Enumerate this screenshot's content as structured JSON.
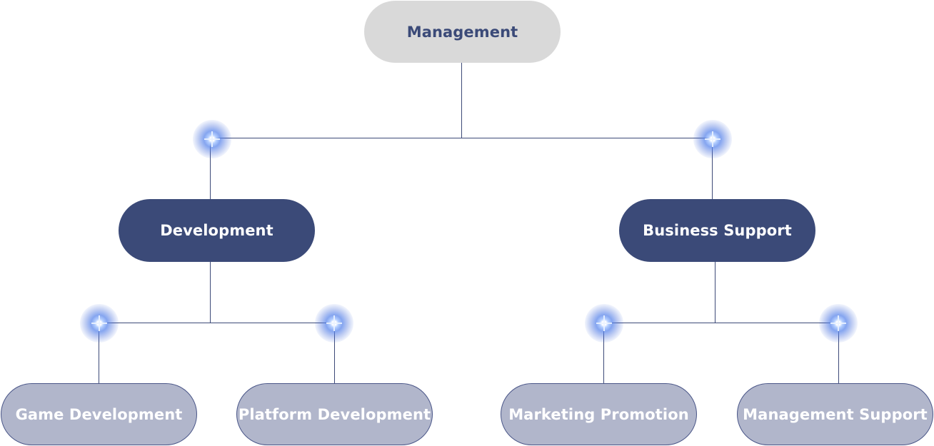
{
  "org_chart": {
    "root": {
      "label": "Management"
    },
    "branches": [
      {
        "label": "Development",
        "children": [
          {
            "label": "Game Development"
          },
          {
            "label": "Platform Development"
          }
        ]
      },
      {
        "label": "Business Support",
        "children": [
          {
            "label": "Marketing Promotion"
          },
          {
            "label": "Management Support"
          }
        ]
      }
    ]
  },
  "colors": {
    "root_fill": "#d9d9d9",
    "root_text": "#3b4a78",
    "branch_fill": "#3b4a78",
    "leaf_fill": "#b1b6cb",
    "connector": "#3d4a78",
    "glow": "#5c87eb"
  }
}
